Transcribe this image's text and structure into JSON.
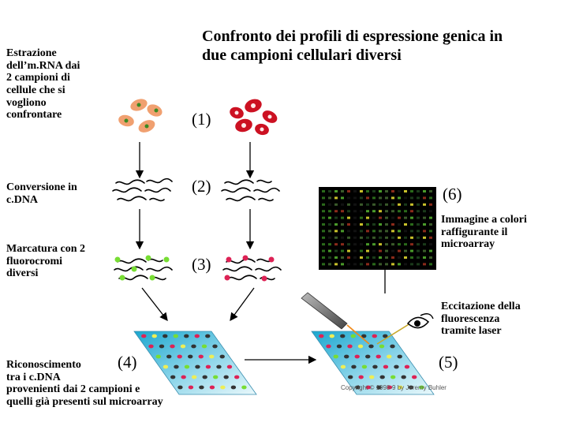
{
  "title": {
    "line1": "Confronto dei profili di espressione genica in",
    "line2": "due campioni cellulari diversi"
  },
  "steps": {
    "extraction": [
      "Estrazione",
      "dell’m.RNA dai",
      "2 campioni di",
      "cellule che si",
      "vogliono",
      "confrontare"
    ],
    "conversion": [
      "Conversione in",
      "c.DNA"
    ],
    "labeling": [
      "Marcatura con 2",
      "fluorocromi",
      "diversi"
    ],
    "hybridization": [
      "Riconoscimento",
      "tra i c.DNA",
      "provenienti dai 2 campioni e",
      "quelli già presenti sul microarray"
    ],
    "excitation": [
      "Eccitazione della",
      "fluorescenza",
      "tramite laser"
    ],
    "image": [
      "Immagine a colori",
      "raffigurante il",
      "microarray"
    ]
  },
  "numbers": {
    "n1": "(1)",
    "n2": "(2)",
    "n3": "(3)",
    "n4": "(4)",
    "n5": "(5)",
    "n6": "(6)"
  },
  "copyright": "Copyright © 1998-9 by Jeremy Buhler",
  "colors": {
    "sample_a_cell": "#f0a070",
    "sample_b_cell": "#cc1122",
    "green_dye": "#77dd33",
    "red_dye": "#dd2255",
    "array_gradient_start": "#1ba7cf",
    "array_gradient_end": "#eaf8fb",
    "microarray_background": "#000000"
  },
  "icons": [
    "cell-icon",
    "cdna-strand-icon",
    "microarray-slide",
    "laser-icon",
    "eye-icon",
    "arrow-icon"
  ]
}
